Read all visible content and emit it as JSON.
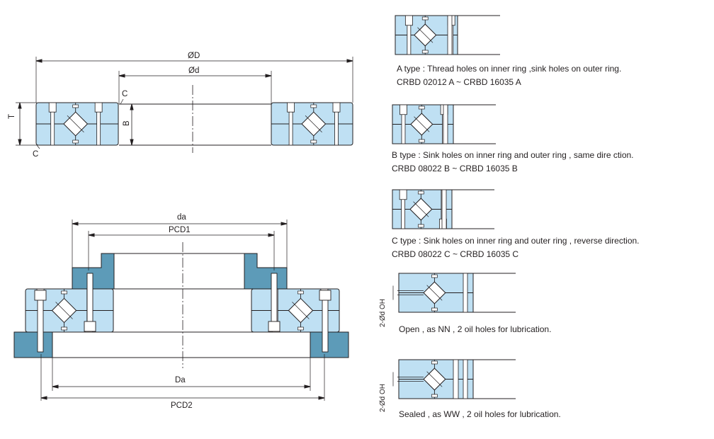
{
  "colors": {
    "ring_fill": "#bfe0f3",
    "flange_fill": "#5d9bb8",
    "line": "#231f20",
    "background": "#ffffff"
  },
  "top_drawing": {
    "dim_outer_diameter": "ØD",
    "dim_inner_diameter": "Ød",
    "chamfer_top": "C",
    "chamfer_bottom": "C",
    "height_T": "T",
    "width_B": "B"
  },
  "mount_drawing": {
    "dim_da": "da",
    "dim_pcd1": "PCD1",
    "dim_Da": "Da",
    "dim_pcd2": "PCD2"
  },
  "variants": [
    {
      "caption_line1": "A type : Thread holes on inner ring ,sink holes on outer ring.",
      "caption_line2": "CRBD 02012 A ~ CRBD 16035 A"
    },
    {
      "caption_line1": "B type : Sink holes on inner ring and outer ring , same dire ction.",
      "caption_line2": "CRBD 08022 B ~ CRBD 16035 B"
    },
    {
      "caption_line1": "C type : Sink holes on inner ring and outer ring , reverse direction.",
      "caption_line2": "CRBD 08022 C ~ CRBD 16035 C"
    },
    {
      "caption_line1": "Open , as NN , 2 oil holes for lubrication.",
      "oil_hole_label": "2-Ød OH"
    },
    {
      "caption_line1": "Sealed , as WW , 2 oil holes for lubrication.",
      "oil_hole_label": "2-Ød OH"
    }
  ]
}
